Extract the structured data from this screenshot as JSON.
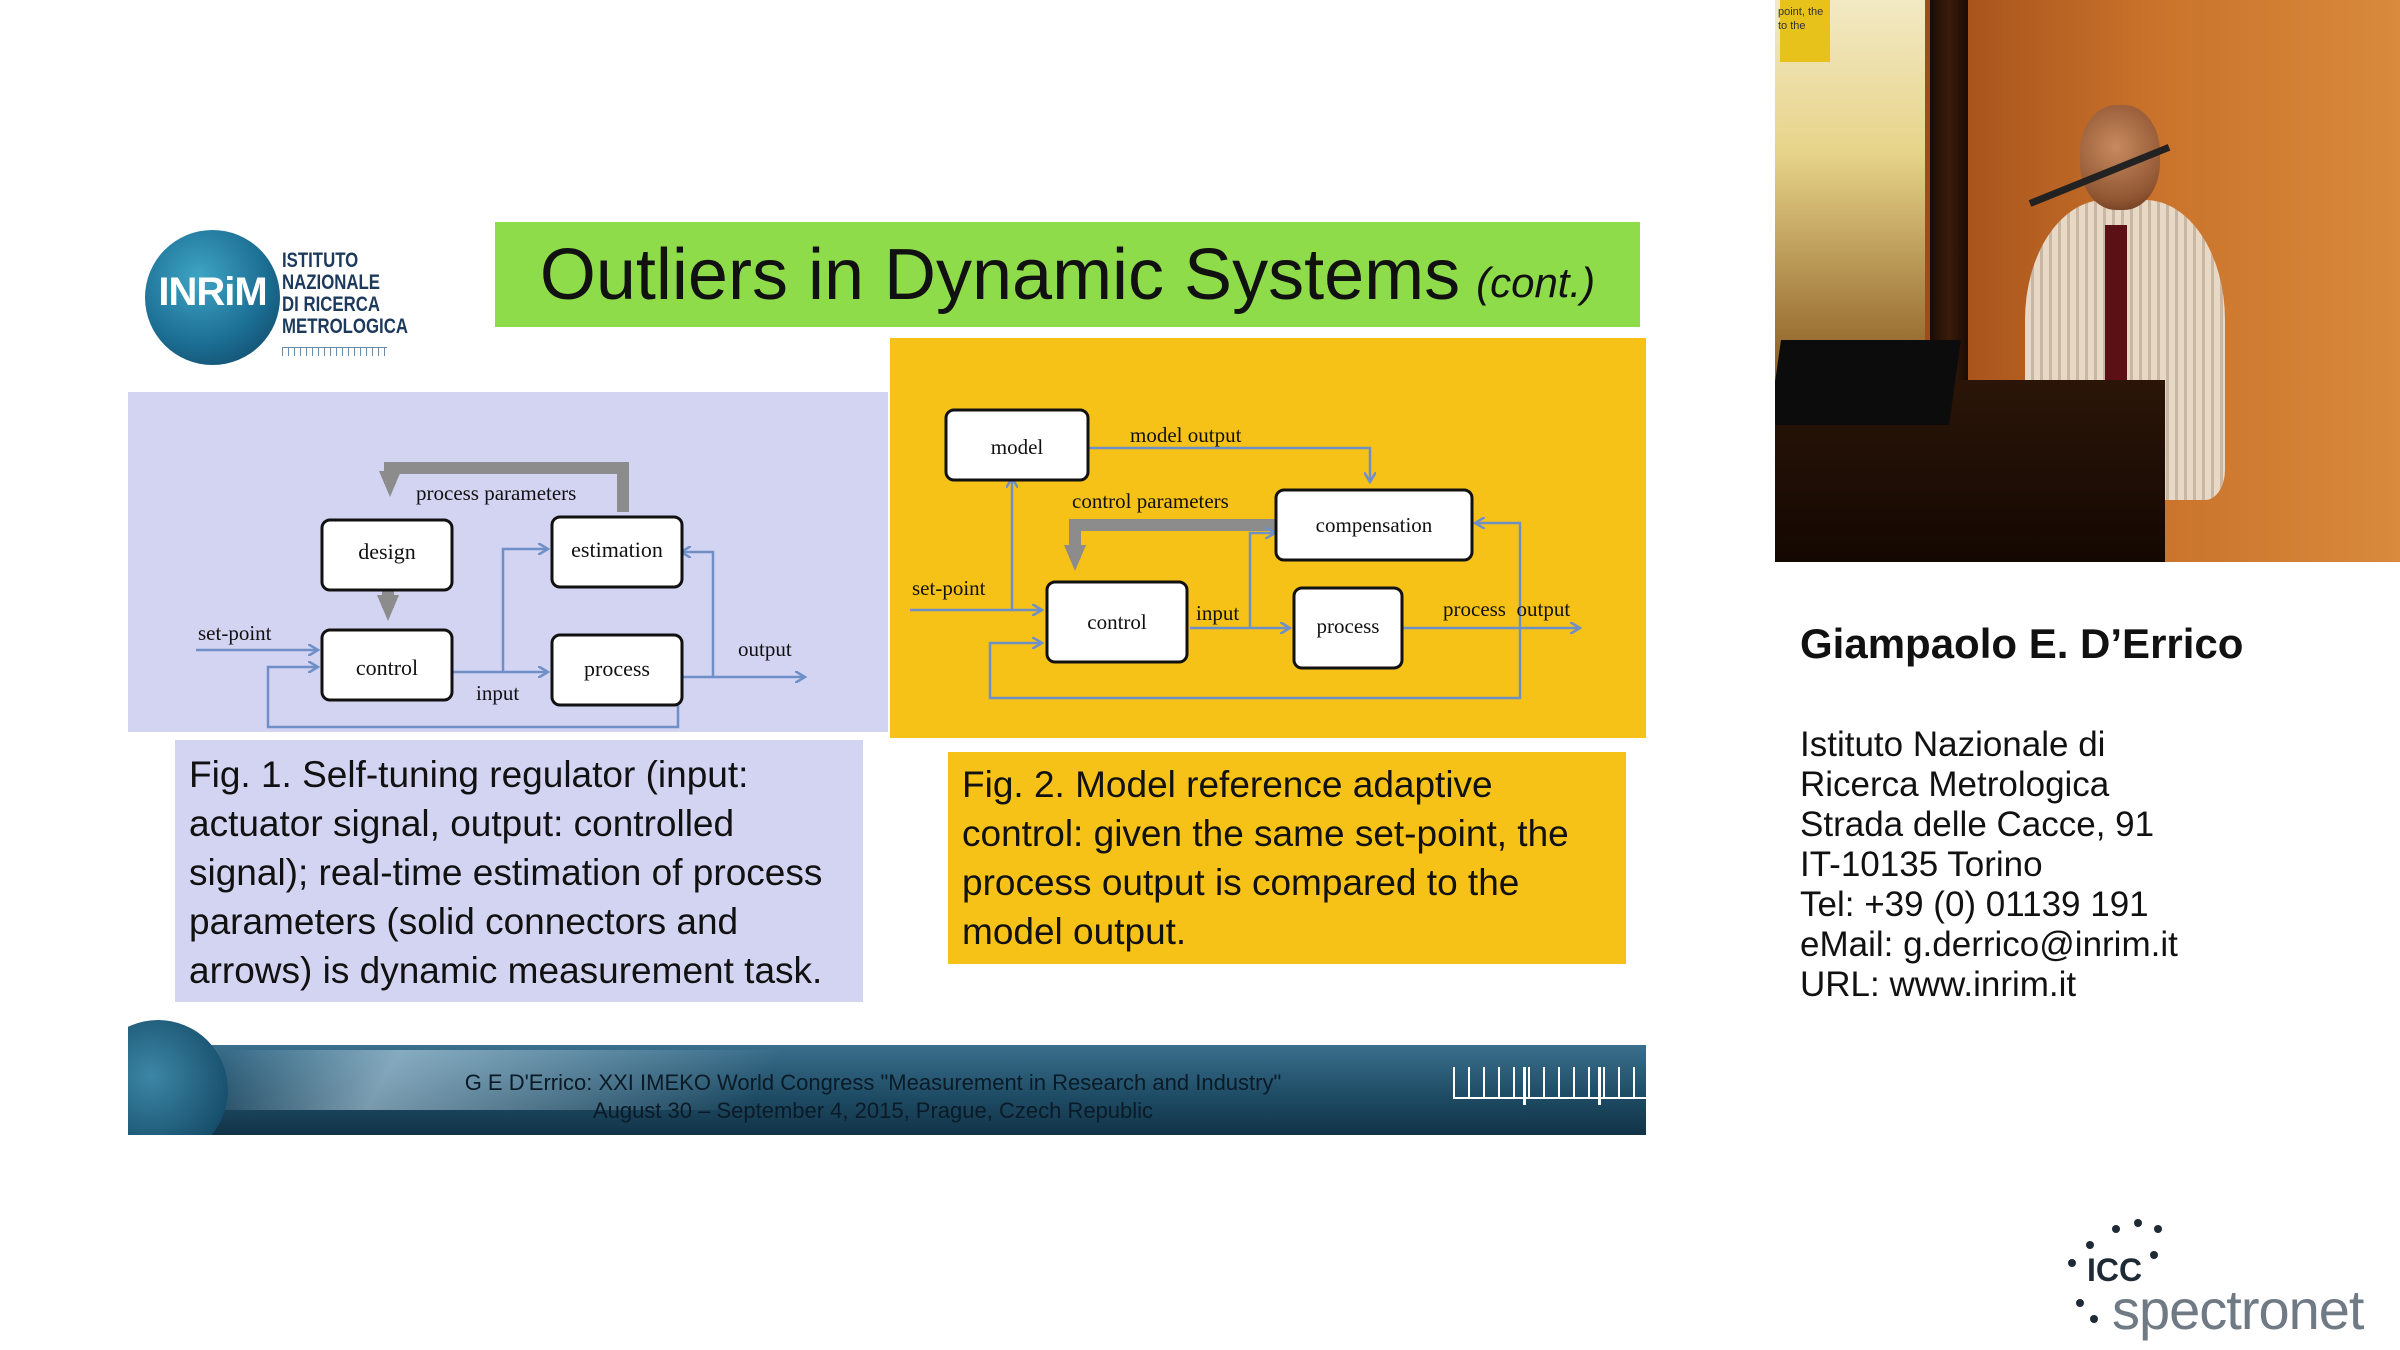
{
  "slide": {
    "logo": {
      "mark": "INRiM",
      "lines": [
        "ISTITUTO",
        "NAZIONALE",
        "DI RICERCA",
        "METROLOGICA"
      ]
    },
    "title": "Outliers in Dynamic Systems",
    "title_suffix": "(cont.)",
    "fig1": {
      "labels": {
        "process_parameters": "process parameters",
        "design": "design",
        "estimation": "estimation",
        "set_point": "set-point",
        "control": "control",
        "process": "process",
        "output": "output",
        "input": "input"
      },
      "caption": "Fig. 1. Self-tuning regulator (input: actuator signal, output: controlled signal); real-time estimation of process parameters (solid connectors and arrows) is dynamic measurement task."
    },
    "fig2": {
      "labels": {
        "model": "model",
        "model_output": "model output",
        "control_parameters": "control parameters",
        "compensation": "compensation",
        "set_point": "set-point",
        "control": "control",
        "input": "input",
        "process": "process",
        "process_output": "process  output"
      },
      "caption": "Fig. 2. Model reference adaptive control: given the same set-point, the process output is compared to the model output."
    },
    "footer": {
      "line1": "G E D'Errico: XXI IMEKO World Congress \"Measurement in Research and Industry\"",
      "line2": "August 30 – September 4, 2015, Prague, Czech Republic"
    }
  },
  "speaker": {
    "name": "Giampaolo E. D’Errico",
    "info": [
      "Istituto Nazionale di",
      "Ricerca Metrologica",
      "Strada delle Cacce, 91",
      "IT-10135 Torino",
      "Tel: +39 (0) 01139 191",
      "eMail: g.derrico@inrim.it",
      "URL: www.inrim.it"
    ]
  },
  "video": {
    "screen_text": [
      "point, the",
      "to the"
    ]
  },
  "brand": {
    "top": "ICC",
    "word": "spectronet"
  },
  "colors": {
    "title_banner": "#8fdc4a",
    "fig1_background": "#d3d3f2",
    "fig2_background": "#f6c217"
  }
}
